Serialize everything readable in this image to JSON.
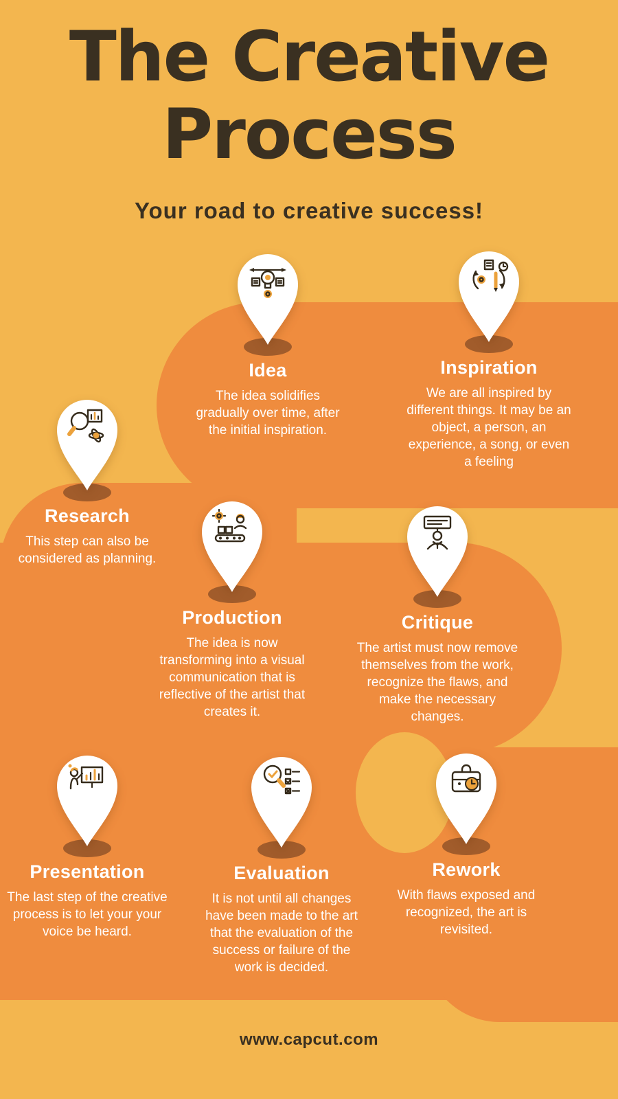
{
  "header": {
    "title_line1": "The Creative",
    "title_line2": "Process",
    "subtitle": "Your road to creative success!"
  },
  "footer": {
    "url_text": "www.capcut.com"
  },
  "colors": {
    "background": "#F3B64F",
    "road": "#EF8C3E",
    "title_text": "#3A3021",
    "step_text": "#FFFFFF",
    "pin_fill": "#FFFFFF",
    "pin_shadow": "#A15C2B",
    "icon_accent": "#ECA23C",
    "icon_line": "#352B1B"
  },
  "steps": [
    {
      "id": "idea",
      "label": "Idea",
      "icon": "idea-icon",
      "description": "The idea solidifies gradually over time, after the initial inspiration."
    },
    {
      "id": "inspiration",
      "label": "Inspiration",
      "icon": "inspiration-icon",
      "description": "We are all inspired by different things.  It may be an object, a person, an experience, a song, or even a feeling"
    },
    {
      "id": "research",
      "label": "Research",
      "icon": "research-icon",
      "description": "This step can also be considered as planning."
    },
    {
      "id": "production",
      "label": "Production",
      "icon": "production-icon",
      "description": "The idea is now transforming into a visual communication that is reflective of the artist that creates it."
    },
    {
      "id": "critique",
      "label": "Critique",
      "icon": "critique-icon",
      "description": "The artist must now remove themselves from the work, recognize the flaws, and make the necessary changes."
    },
    {
      "id": "presentation",
      "label": "Presentation",
      "icon": "presentation-icon",
      "description": "The last step of the creative process is to let your your voice be heard."
    },
    {
      "id": "evaluation",
      "label": "Evaluation",
      "icon": "evaluation-icon",
      "description": "It is not until all changes have been made to the art that the evaluation of the success or failure of the work is decided."
    },
    {
      "id": "rework",
      "label": "Rework",
      "icon": "rework-icon",
      "description": "With flaws exposed and recognized, the art is revisited."
    }
  ]
}
